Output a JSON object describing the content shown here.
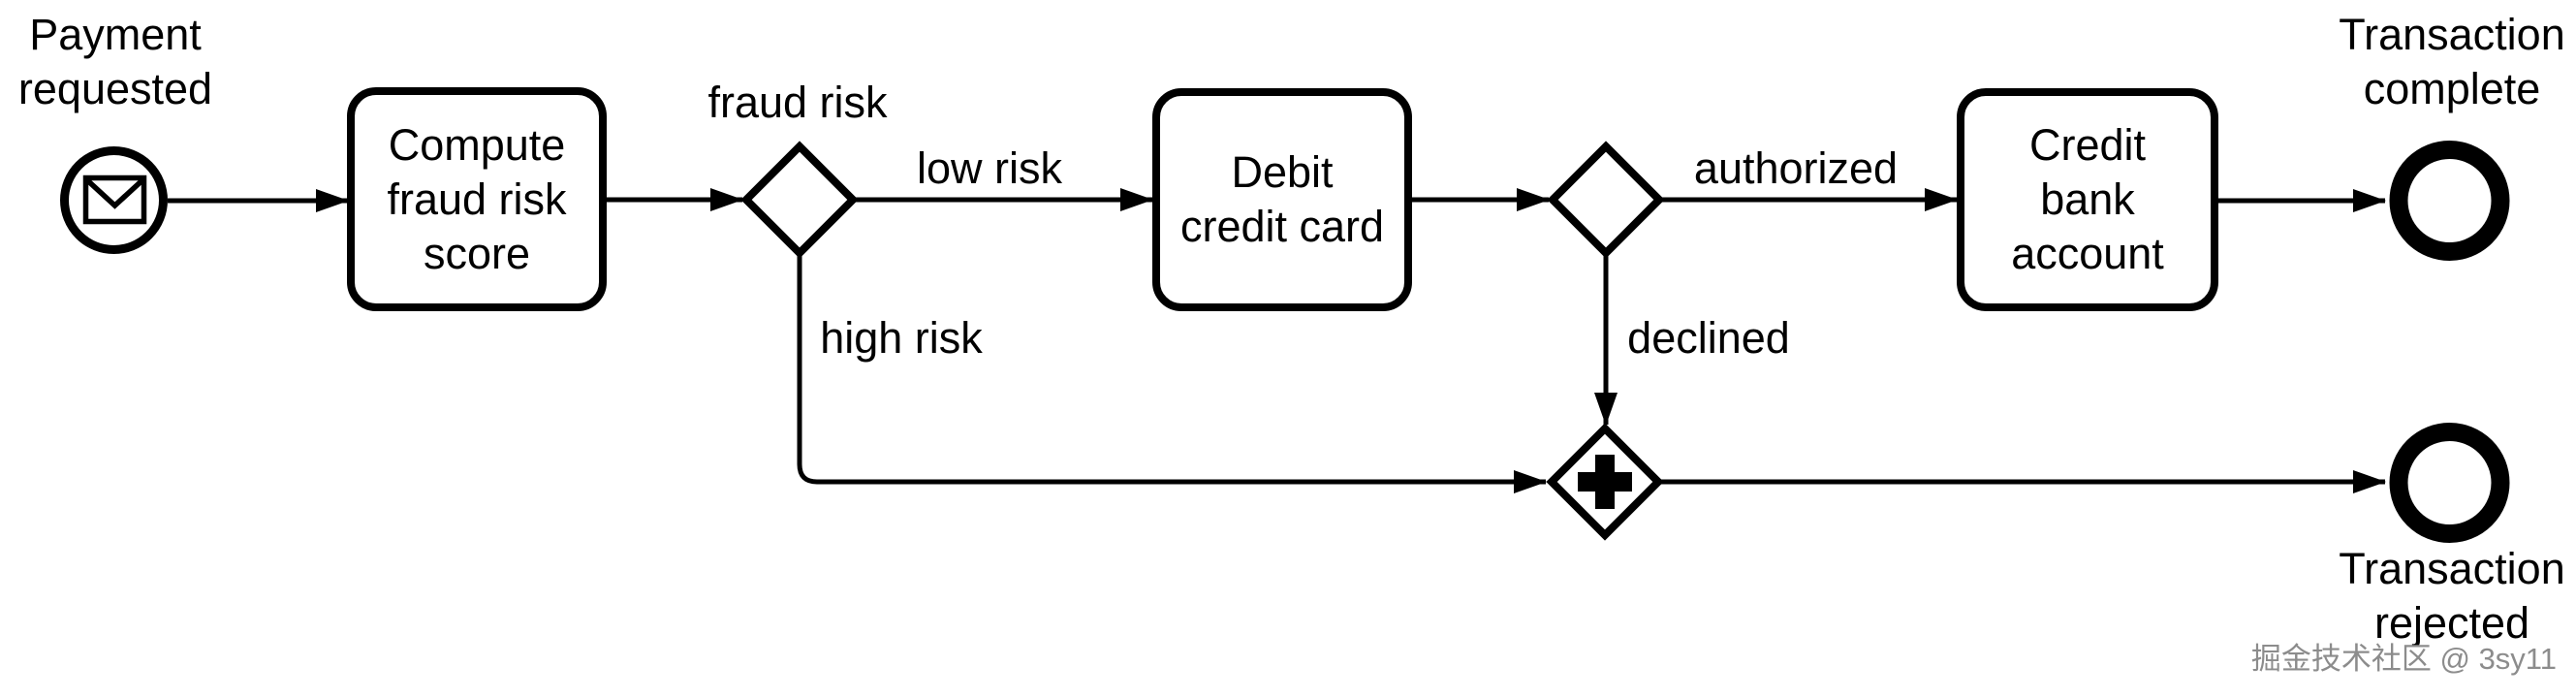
{
  "diagram": {
    "type": "bpmn-process",
    "background": "#ffffff",
    "stroke_color": "#000000",
    "text_color": "#000000",
    "nodes": {
      "start_event": {
        "type": "message-start-event",
        "icon": "envelope-icon",
        "label": "Payment\nrequested"
      },
      "task_compute": {
        "type": "task",
        "label": "Compute\nfraud risk\nscore"
      },
      "gateway_fraud_risk": {
        "type": "exclusive-gateway",
        "label": "fraud risk"
      },
      "task_debit": {
        "type": "task",
        "label": "Debit\ncredit card"
      },
      "gateway_authorization": {
        "type": "exclusive-gateway",
        "label": ""
      },
      "task_credit": {
        "type": "task",
        "label": "Credit\nbank\naccount"
      },
      "gateway_merge": {
        "type": "parallel-gateway",
        "icon": "plus-icon",
        "label": ""
      },
      "end_event_complete": {
        "type": "end-event",
        "label": "Transaction\ncomplete"
      },
      "end_event_rejected": {
        "type": "end-event",
        "label": "Transaction\nrejected"
      }
    },
    "flows": {
      "low_risk": {
        "label": "low risk"
      },
      "high_risk": {
        "label": "high risk"
      },
      "authorized": {
        "label": "authorized"
      },
      "declined": {
        "label": "declined"
      }
    },
    "watermark": {
      "text": "掘金技术社区 @ 3sy11",
      "color": "#8c8c8c"
    }
  }
}
